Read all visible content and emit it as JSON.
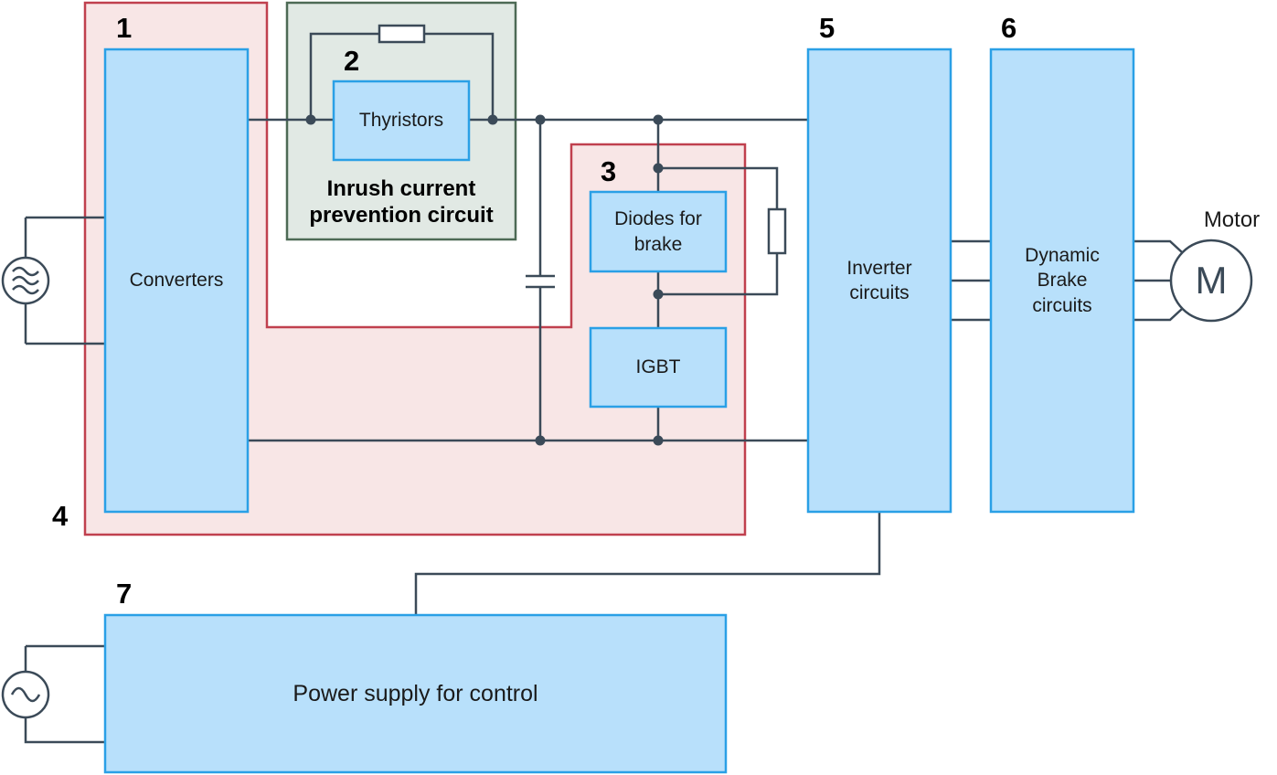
{
  "colors": {
    "block_fill": "#b8e0fb",
    "block_stroke": "#2aa0e6",
    "group_fill": "#f8e6e6",
    "group_stroke": "#c0404e",
    "inrush_fill": "#e1e9e4",
    "inrush_stroke": "#4d6a55",
    "wire": "#3b4a58"
  },
  "numbers": [
    "1",
    "2",
    "3",
    "4",
    "5",
    "6",
    "7"
  ],
  "blocks": {
    "converters": "Converters",
    "thyristors": "Thyristors",
    "diodes": "Diodes for\nbrake",
    "igbt": "IGBT",
    "inverter": "Inverter\ncircuits",
    "dynamic_brake": "Dynamic\nBrake\ncircuits",
    "power_supply": "Power supply for control"
  },
  "inrush_label": "Inrush current\nprevention circuit",
  "motor": {
    "label": "Motor",
    "symbol": "M"
  },
  "icons": {
    "three_phase_source": "ac-source-three-phase-icon",
    "single_phase_source": "ac-source-icon",
    "capacitor": "capacitor-icon",
    "resistor": "resistor-icon"
  }
}
